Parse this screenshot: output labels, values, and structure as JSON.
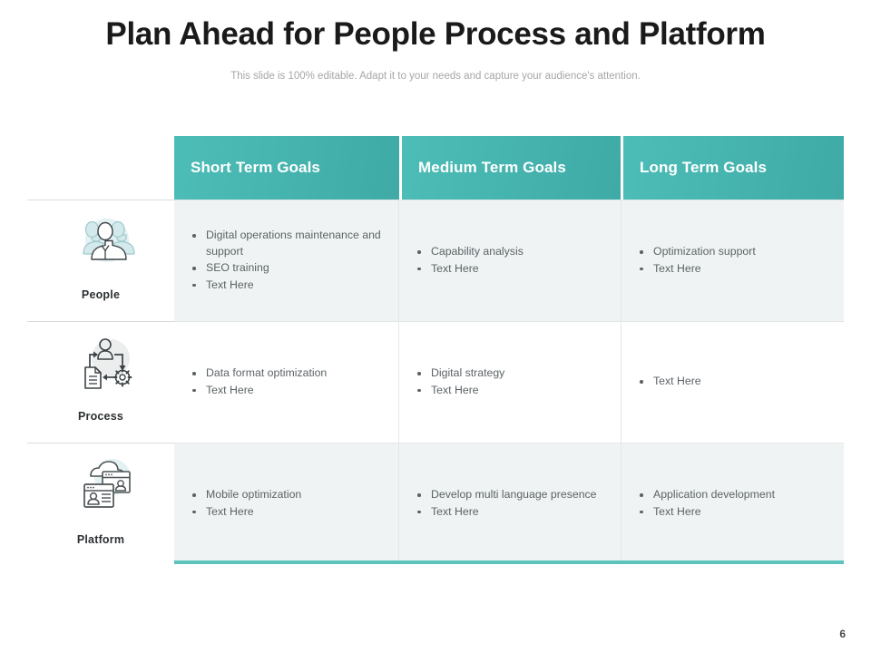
{
  "slide": {
    "title": "Plan Ahead for People Process and Platform",
    "subtitle": "This slide is 100% editable. Adapt it to your needs and capture your audience's attention.",
    "page_number": "6",
    "accent_color": "#45b5b0",
    "header_gradient_from": "#4dbdb7",
    "header_gradient_to": "#3faaa6",
    "baseline_color": "#5cc3bd",
    "row_shade_color": "#eff3f3",
    "title_color": "#1a1a1a",
    "subtitle_color": "#a6a6a6",
    "body_text_color": "#5c6366"
  },
  "table": {
    "columns": [
      {
        "label": "Short Term Goals"
      },
      {
        "label": "Medium Term Goals"
      },
      {
        "label": "Long Term Goals"
      }
    ],
    "rows": [
      {
        "label": "People",
        "icon": "people-group-icon",
        "cells": [
          {
            "bullets": [
              "Digital operations maintenance and support",
              "SEO training",
              "Text Here"
            ]
          },
          {
            "bullets": [
              "Capability analysis",
              "Text Here"
            ]
          },
          {
            "bullets": [
              "Optimization support",
              "Text Here"
            ]
          }
        ]
      },
      {
        "label": "Process",
        "icon": "process-cycle-icon",
        "cells": [
          {
            "bullets": [
              "Data format optimization",
              "Text Here"
            ]
          },
          {
            "bullets": [
              "Digital strategy",
              "Text Here"
            ]
          },
          {
            "bullets": [
              "Text Here"
            ]
          }
        ]
      },
      {
        "label": "Platform",
        "icon": "cloud-platform-icon",
        "cells": [
          {
            "bullets": [
              "Mobile optimization",
              "Text Here"
            ]
          },
          {
            "bullets": [
              "Develop multi language presence",
              "Text Here"
            ]
          },
          {
            "bullets": [
              "Application development",
              "Text Here"
            ]
          }
        ]
      }
    ]
  }
}
